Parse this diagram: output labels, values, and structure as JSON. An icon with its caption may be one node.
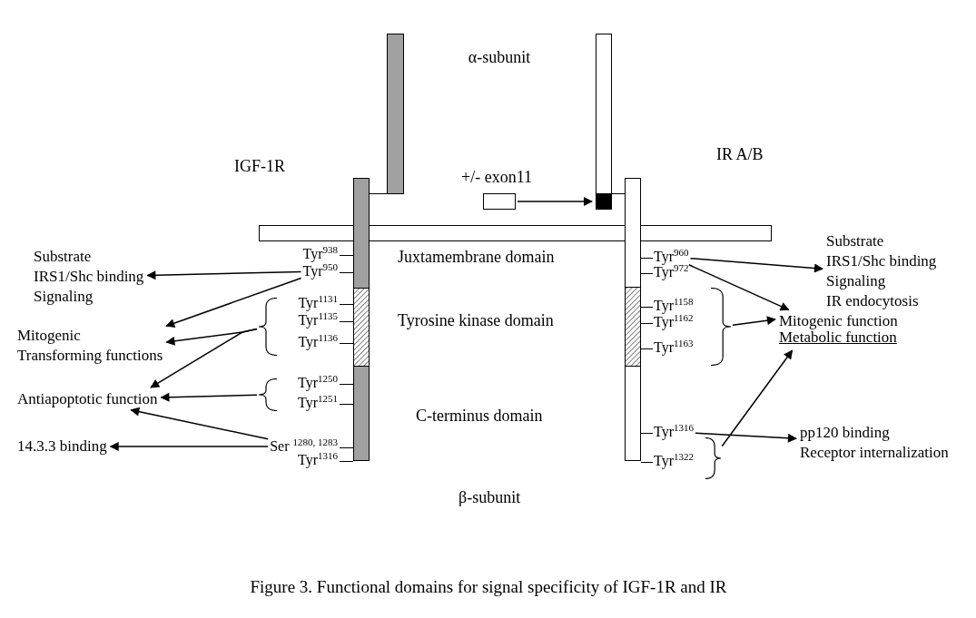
{
  "diagram": {
    "caption": "Figure 3. Functional domains for signal specificity of IGF-1R and IR",
    "nodes": [
      {
        "text": [
          "Substrate",
          "IRS1/Shc binding",
          "Signaling"
        ]
      },
      {
        "text": [
          "Mitogenic",
          "Transforming functions"
        ]
      },
      {
        "text": [
          "Antiapoptotic function"
        ]
      },
      {
        "text": [
          "14.3.3 binding"
        ]
      },
      {
        "text": [
          "Tyr$^{938}$"
        ]
      },
      {
        "text": [
          "Tyr$^{950}$"
        ]
      },
      {
        "text": [],
        "shape": "bracket"
      },
      {
        "text": [
          "Tyr$^{1131}$"
        ]
      },
      {
        "text": [
          "Tyr$^{1135}$"
        ]
      },
      {
        "text": [
          "Tyr$^{1136}$"
        ]
      },
      {
        "text": [],
        "shape": "bracket"
      },
      {
        "text": [
          "Tyr$^{1250}$"
        ]
      },
      {
        "text": [
          "Tyr$^{1251}$"
        ]
      },
      {
        "text": [
          "Ser $^{1280, 1283}$"
        ]
      },
      {
        "text": [
          "Tyr$^{1316}$"
        ]
      },
      {
        "text": [
          "Tyr$^{960}$"
        ]
      },
      {
        "text": [
          "Tyr$^{972}$"
        ]
      },
      {
        "text": [],
        "shape": "bracket"
      },
      {
        "text": [
          "Tyr$^{1158}$"
        ]
      },
      {
        "text": [
          "Tyr$^{1162}$"
        ]
      },
      {
        "text": [
          "Tyr$^{1163}$"
        ]
      },
      {
        "text": [],
        "shape": "bracket"
      },
      {
        "text": [
          "Tyr$^{1316}$"
        ]
      },
      {
        "text": [
          "Tyr$^{1322}$"
        ]
      },
      {
        "text": [
          "Substrate",
          "IRS1/Shc binding",
          "Signaling",
          "IR endocytosis"
        ]
      },
      {
        "text": [
          "Mitogenic function"
        ]
      },
      {
        "text": [
          "Metabolic function"
        ]
      },
      {
        "text": [
          "pp120 binding",
          "Receptor internalization"
        ]
      },
      {
        "text": [],
        "shape": "box",
        "beside": [
          "+/- exon11"
        ]
      },
      {
        "text": [],
        "shape": "bar"
      }
    ],
    "edges": [
      {
        "from": 5,
        "to": 0,
        "arrow": "to"
      },
      {
        "from": 5,
        "to": 1,
        "arrow": "to"
      },
      {
        "from": 6,
        "to": 1,
        "arrow": "to"
      },
      {
        "from": 6,
        "to": 2,
        "arrow": "to"
      },
      {
        "from": 10,
        "to": 2,
        "arrow": "to"
      },
      {
        "from": 13,
        "to": 2,
        "arrow": "to"
      },
      {
        "from": 13,
        "to": 3,
        "arrow": "to"
      },
      {
        "from": 15,
        "to": 24,
        "arrow": "to"
      },
      {
        "from": 15,
        "to": 25,
        "arrow": "to"
      },
      {
        "from": 17,
        "to": 25,
        "arrow": "to"
      },
      {
        "from": 21,
        "to": 26,
        "arrow": "to"
      },
      {
        "from": 22,
        "to": 27,
        "arrow": "to"
      },
      {
        "from": 28,
        "to": 29,
        "arrow": "to"
      }
    ],
    "labels": [
      "α-subunit",
      "IGF-1R",
      "IR A/B",
      "Juxtamembrane domain",
      "Tyrosine kinase domain",
      "C-terminus domain",
      "β-subunit"
    ]
  }
}
